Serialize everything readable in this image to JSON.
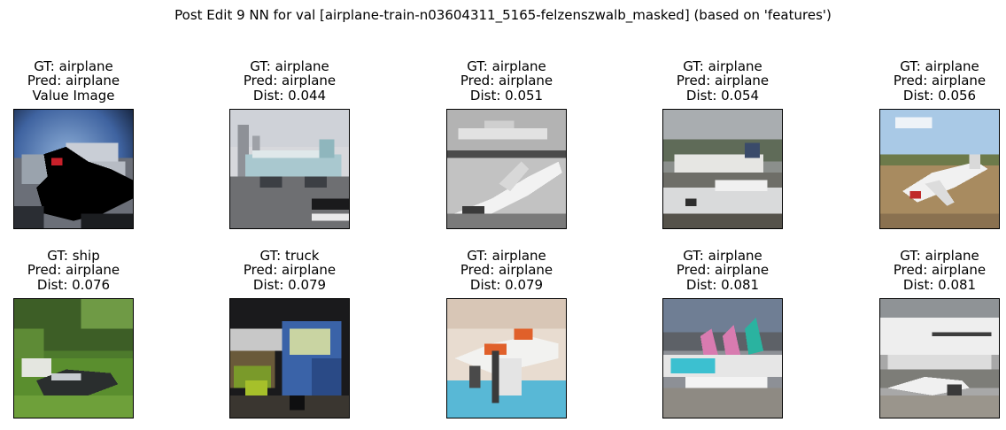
{
  "title": "Post Edit 9 NN for val [airplane-train-n03604311_5165-felzenszwalb_masked] (based on 'features')",
  "panels": [
    {
      "gt": "GT: airplane",
      "pred": "Pred: airplane",
      "info": "Value Image",
      "image": "masked-airplane-scene-icon"
    },
    {
      "gt": "GT: airplane",
      "pred": "Pred: airplane",
      "info": "Dist: 0.044",
      "image": "airliner-at-gate-icon"
    },
    {
      "gt": "GT: airplane",
      "pred": "Pred: airplane",
      "info": "Dist: 0.051",
      "image": "grayscale-airplanes-icon"
    },
    {
      "gt": "GT: airplane",
      "pred": "Pred: airplane",
      "info": "Dist: 0.054",
      "image": "airliners-tarmac-icon"
    },
    {
      "gt": "GT: airplane",
      "pred": "Pred: airplane",
      "info": "Dist: 0.056",
      "image": "small-plane-on-dirt-icon"
    },
    {
      "gt": "GT: ship",
      "pred": "Pred: airplane",
      "info": "Dist: 0.076",
      "image": "boat-on-grass-icon"
    },
    {
      "gt": "GT: truck",
      "pred": "Pred: airplane",
      "info": "Dist: 0.079",
      "image": "blue-truck-night-icon"
    },
    {
      "gt": "GT: airplane",
      "pred": "Pred: airplane",
      "info": "Dist: 0.079",
      "image": "propeller-plane-icon"
    },
    {
      "gt": "GT: airplane",
      "pred": "Pred: airplane",
      "info": "Dist: 0.081",
      "image": "colorful-tails-icon"
    },
    {
      "gt": "GT: airplane",
      "pred": "Pred: airplane",
      "info": "Dist: 0.081",
      "image": "white-jet-closeup-icon"
    }
  ]
}
